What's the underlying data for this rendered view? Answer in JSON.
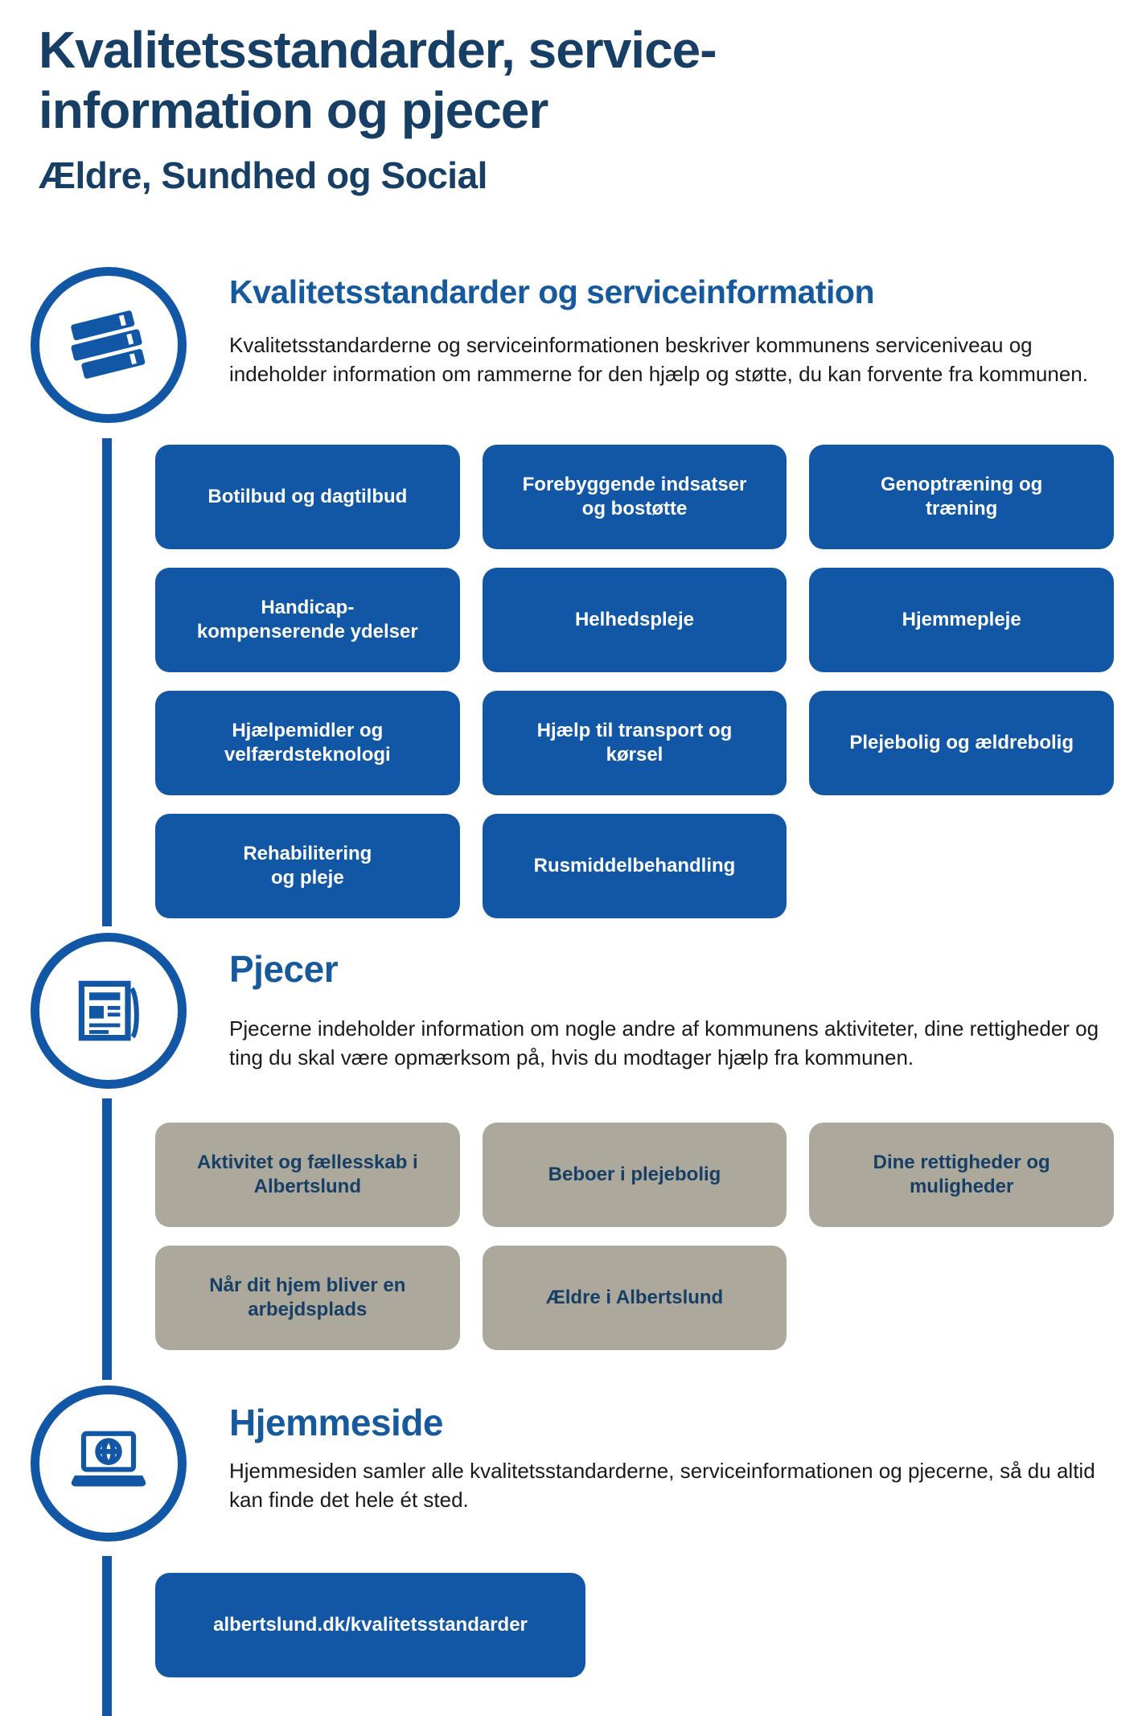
{
  "header": {
    "title_line1": "Kvalitetsstandarder, service-",
    "title_line2": "information og pjecer",
    "subtitle": "Ældre, Sundhed og Social"
  },
  "sections": {
    "standards": {
      "heading": "Kvalitetsstandarder og serviceinformation",
      "description": "Kvalitetsstandarderne og serviceinformationen beskriver kommunens serviceniveau og indeholder information om rammerne for den hjælp og støtte, du kan forvente fra kommunen.",
      "icon": "books-icon",
      "buttons": [
        "Botilbud og dagtilbud",
        "Forebyggende indsatser\nog bostøtte",
        "Genoptræning og\ntræning",
        "Handicap-\nkompenserende ydelser",
        "Helhedspleje",
        "Hjemmepleje",
        "Hjælpemidler og\nvelfærdsteknologi",
        "Hjælp til transport og\nkørsel",
        "Plejebolig og ældrebolig",
        "Rehabilitering\nog pleje",
        "Rusmiddelbehandling"
      ]
    },
    "pjecer": {
      "heading": "Pjecer",
      "description": "Pjecerne indeholder information om nogle andre af kommunens aktiviteter, dine rettigheder og ting du skal være opmærksom på, hvis du modtager hjælp fra kommunen.",
      "icon": "newspaper-icon",
      "buttons": [
        "Aktivitet og fællesskab i\nAlbertslund",
        "Beboer i plejebolig",
        "Dine rettigheder og\nmuligheder",
        "Når dit hjem bliver en\narbejdsplads",
        "Ældre i Albertslund"
      ]
    },
    "website": {
      "heading": "Hjemmeside",
      "description": "Hjemmesiden samler alle kvalitetsstandarderne, serviceinformationen og pjecerne, så du altid kan finde det hele ét sted.",
      "icon": "laptop-globe-icon",
      "link_label": "albertslund.dk/kvalitetsstandarder"
    }
  },
  "colors": {
    "title_blue": "#173F66",
    "heading_blue": "#16599D",
    "button_blue": "#1257A5",
    "button_gray": "#ACA99C",
    "line_blue": "#1257A5"
  }
}
